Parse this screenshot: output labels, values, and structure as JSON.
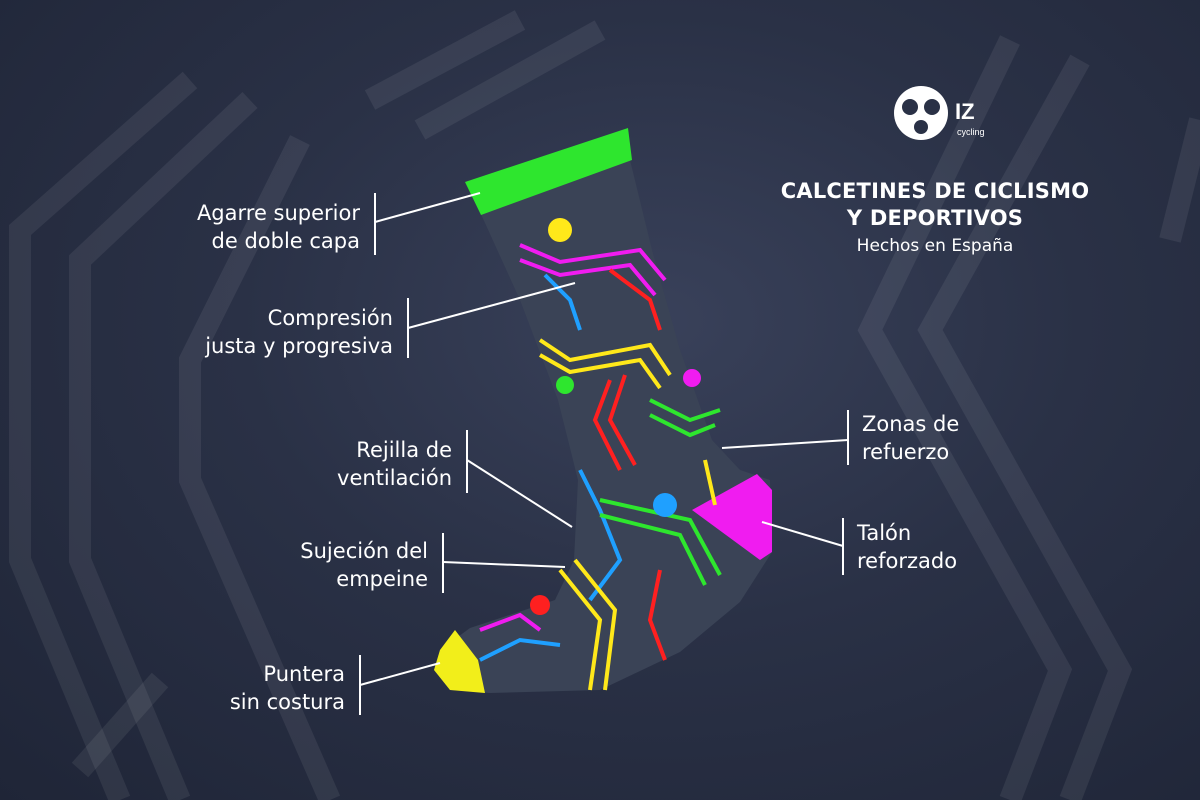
{
  "brand": {
    "name": "IZ",
    "tagline": "cycling"
  },
  "header": {
    "title_line1": "CALCETINES DE CICLISMO",
    "title_line2": "Y DEPORTIVOS",
    "subtitle": "Hechos en España"
  },
  "features": [
    {
      "line1": "Agarre superior",
      "line2": "de doble capa"
    },
    {
      "line1": "Compresión",
      "line2": "justa y progresiva"
    },
    {
      "line1": "Rejilla de",
      "line2": "ventilación"
    },
    {
      "line1": "Sujeción del",
      "line2": "empeine"
    },
    {
      "line1": "Puntera",
      "line2": "sin costura"
    },
    {
      "line1": "Zonas de",
      "line2": "refuerzo"
    },
    {
      "line1": "Talón",
      "line2": "reforzado"
    }
  ],
  "colors": {
    "background": "#2a3146",
    "sock_body": "#3a4356",
    "cuff": "#2ee62e",
    "heel": "#f01cf0",
    "toe": "#f2ee1a",
    "stripe_red": "#ff2020",
    "stripe_blue": "#1fa0ff",
    "stripe_yellow": "#ffe81a"
  }
}
